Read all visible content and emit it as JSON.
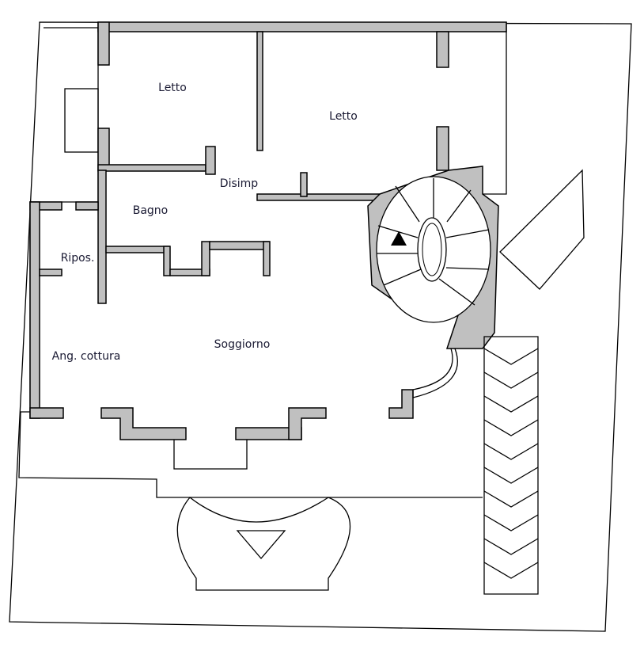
{
  "title": "Floor plan",
  "rooms": [
    {
      "label": "Letto"
    },
    {
      "label": "Letto"
    },
    {
      "label": "Disimp"
    },
    {
      "label": "Bagno"
    },
    {
      "label": "Ripos."
    },
    {
      "label": "Ang. cottura"
    },
    {
      "label": "Soggiorno"
    }
  ],
  "colors": {
    "wall": "#c0c0c0",
    "line": "#000000",
    "text": "#1a1a33"
  }
}
